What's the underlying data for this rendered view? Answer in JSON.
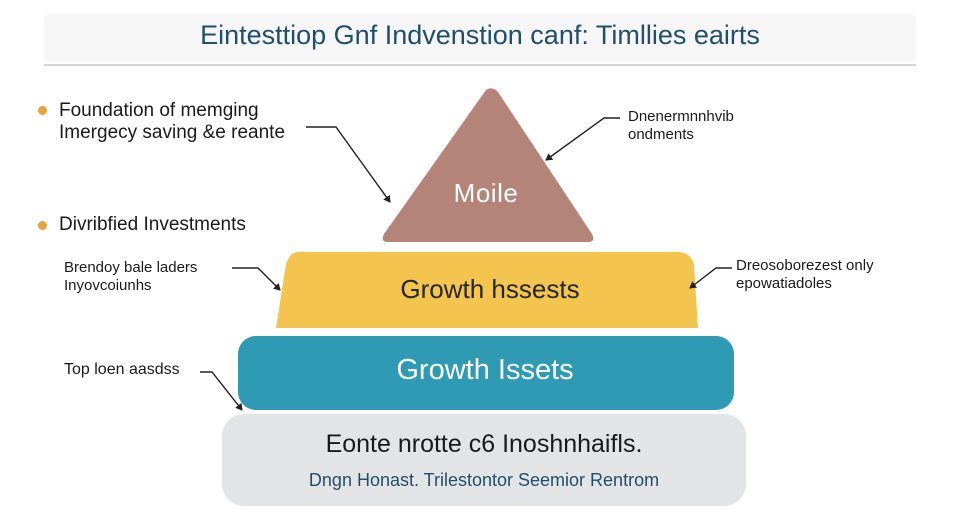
{
  "header": {
    "title": "Eintesttiop Gnf Indvenstion canf: Timllies eairts"
  },
  "bullets": [
    {
      "text_line1": "Foundation of memging",
      "text_line2": "Imergecy saving &e reante"
    },
    {
      "text_line1": "Divribfied Investments"
    }
  ],
  "notes": {
    "left_1": {
      "line1": "Brendoy bale laders",
      "line2": "Inyovcoiunhs"
    },
    "left_2": {
      "line1": "Top loen aasdss"
    },
    "right_1": {
      "line1": "Dnenermnnhvib",
      "line2": "ondments"
    },
    "right_2": {
      "line1": "Dreosoborezest only",
      "line2": "epowatiadoles"
    }
  },
  "pyramid": {
    "apex": {
      "label": "Moile",
      "color": "#b48478"
    },
    "tier2": {
      "label": "Growth hssests",
      "color": "#f4c54e"
    },
    "tier3": {
      "label": "Growth Issets",
      "color": "#2e9ab3"
    },
    "base": {
      "label": "Eonte nrotte c6 Inoshnhaifls.",
      "sublabel": "Dngn Honast. Trilestontor Seemior Rentrom",
      "color": "#e3e4e6"
    }
  },
  "colors": {
    "title": "#1f4f6b",
    "bullet": "#e5a43a",
    "accent_dark": "#1f4f6b"
  }
}
